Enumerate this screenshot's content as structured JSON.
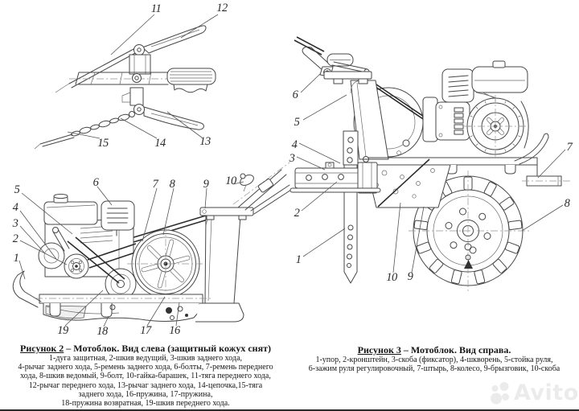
{
  "colors": {
    "ink": "#474747",
    "dark_line": "#2c2c2c",
    "watermark": "#ebebeb",
    "bottom_bar": "#2a2a2a"
  },
  "detail_view": {
    "callouts": {
      "top": [
        "11",
        "12"
      ],
      "bottom": [
        "15",
        "14",
        "13"
      ]
    }
  },
  "left_view": {
    "callouts": {
      "left": [
        "5",
        "4",
        "3",
        "2",
        "1"
      ],
      "top": [
        "6",
        "7",
        "8",
        "9",
        "10"
      ],
      "bottom": [
        "19",
        "18",
        "17",
        "16"
      ]
    }
  },
  "right_view": {
    "callouts": {
      "left": [
        "6",
        "5",
        "4",
        "3",
        "2",
        "1"
      ],
      "right": [
        "7",
        "8"
      ],
      "bottom": [
        "10",
        "9"
      ]
    }
  },
  "figure2": {
    "title_label": "Рисунок 2",
    "title_rest": " – Мотоблок. Вид слева (защитный кожух снят)",
    "caption_lines": [
      "1-дуга защитная, 2-шкив ведущий, 3-шкив заднего хода,",
      "4-рычаг заднего хода, 5-ремень заднего хода, 6-болты, 7-ремень переднего",
      "хода, 8-шкив ведомый, 9-болт, 10-гайка-барашек, 11-тяга переднего хода,",
      "12-рычаг переднего хода, 13-рычаг заднего хода, 14-цепочка,15-тяга",
      "заднего хода, 16-пружина, 17-пружина,",
      "18-пружина возвратная, 19-шкив переднего хода."
    ]
  },
  "figure3": {
    "title_label": "Рисунок 3",
    "title_rest": " – Мотоблок. Вид справа.",
    "caption_lines": [
      "1-упор, 2-кронштейн, 3-скоба (фиксатор), 4-шкворень, 5-стойка руля,",
      "6-зажим руля регулировочный, 7-штырь, 8-колесо, 9-брызговик, 10-скоба"
    ]
  },
  "watermark": {
    "brand": "Avito"
  }
}
